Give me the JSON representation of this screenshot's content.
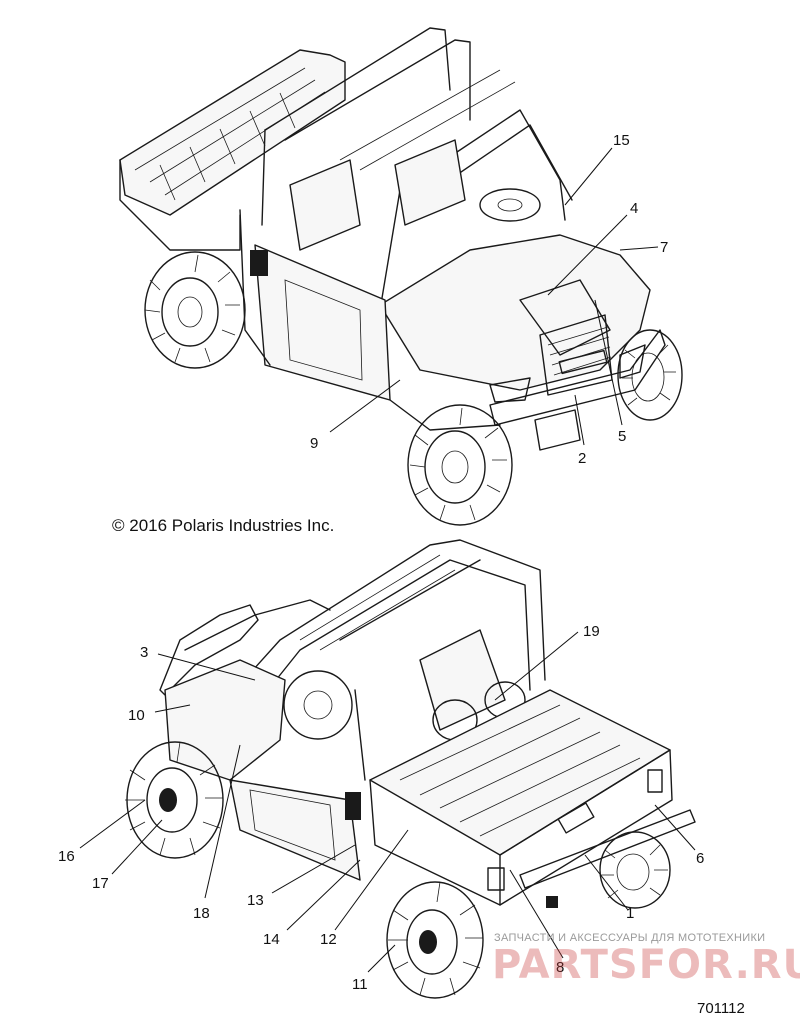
{
  "copyright": "© 2016 Polaris Industries Inc.",
  "diagram_code": "701112",
  "watermark": {
    "line1": "ЗАПЧАСТИ И АКСЕССУАРЫ ДЛЯ МОТОТЕХНИКИ",
    "line2": "PARTSFOR.RU"
  },
  "callouts": {
    "c1": "1",
    "c2": "2",
    "c3": "3",
    "c4": "4",
    "c5": "5",
    "c6": "6",
    "c7": "7",
    "c8": "8",
    "c9": "9",
    "c10": "10",
    "c11": "11",
    "c12": "12",
    "c13": "13",
    "c14": "14",
    "c15": "15",
    "c16": "16",
    "c17": "17",
    "c18": "18",
    "c19": "19"
  }
}
